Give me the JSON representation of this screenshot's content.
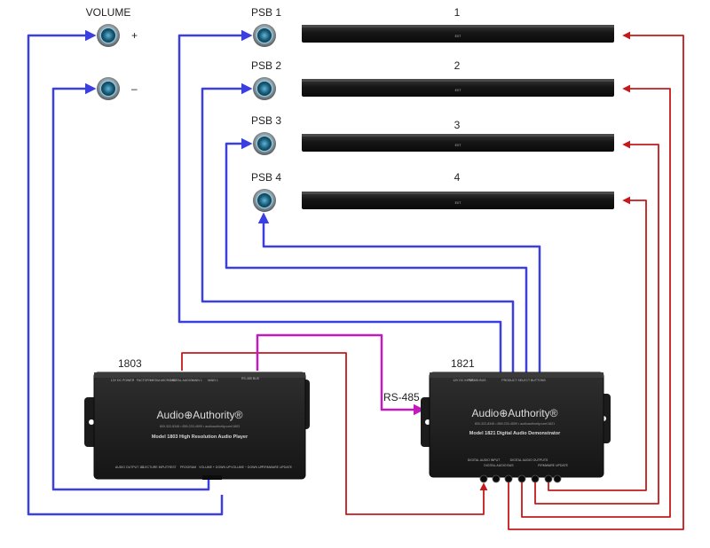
{
  "volume": {
    "label": "VOLUME",
    "plus": "+",
    "minus": "–"
  },
  "psb": [
    "PSB 1",
    "PSB 2",
    "PSB 3",
    "PSB 4"
  ],
  "soundbars": [
    "1",
    "2",
    "3",
    "4"
  ],
  "soundbar_display": "EXT",
  "link_label": "RS-485",
  "device_1803": {
    "number": "1803",
    "brand": "Audio⊕Authority®",
    "contact": "800-322-8346 • 859-233-4599 • audioauthority.com/1803",
    "model": "Model 1803 High Resolution Audio Player",
    "top_ports": [
      "12V DC POWER",
      "FACTORY",
      "MEDIA MICRO SD",
      "DIGITAL AUDIO",
      "MAIN 1",
      "MAIN 1"
    ],
    "bus": "RS-485 BUS",
    "bottom_ports": [
      "AUDIO OUTPUT 1   2",
      "ELECTURE INPUT",
      "REST",
      "PROGRAM",
      "VOLUME + DOWN   UP",
      "VOLUME − DOWN   UP",
      "FIRMWARE UPDATE"
    ]
  },
  "device_1821": {
    "number": "1821",
    "brand": "Audio⊕Authority®",
    "contact": "800-322-8346 • 859-233-4599 • audioauthority.com/1821",
    "model": "Model 1821 Digital Audio Demonstrator",
    "top_ports": [
      "12V DC INPUT",
      "RS485 BUS",
      "PRODUCT SELECT BUTTONS"
    ],
    "bottom_ports": [
      "DIGITAL AUDIO INPUT",
      "DIGITAL AUDIO BUS",
      "DIGITAL AUDIO OUTPUTS",
      "FIRMWARE UPDATE"
    ]
  },
  "colors": {
    "blue": "#3b3fe0",
    "red": "#c41a1a",
    "magenta": "#c21bbd"
  }
}
